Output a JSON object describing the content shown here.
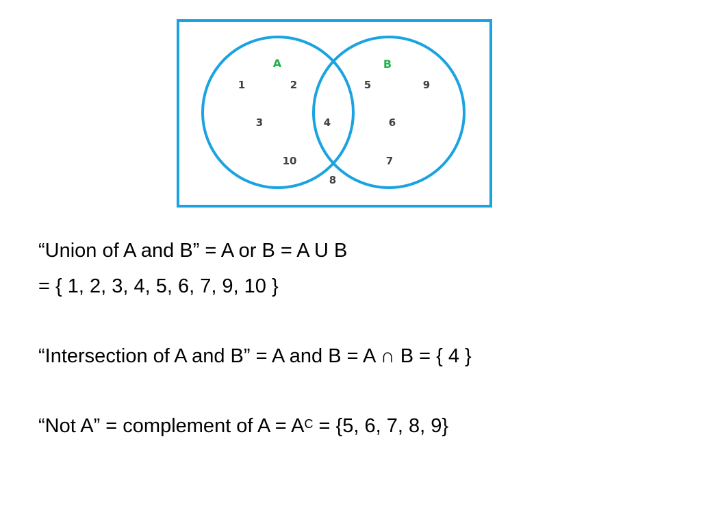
{
  "colors": {
    "outline": "#1aa3e0",
    "set_label": "#22b04a",
    "element": "#404040",
    "text": "#000000"
  },
  "venn": {
    "set_a_label": "A",
    "set_b_label": "B",
    "elements": {
      "only_a": [
        "1",
        "2",
        "3",
        "10"
      ],
      "intersection": [
        "4"
      ],
      "only_b": [
        "5",
        "9",
        "6",
        "7"
      ],
      "outside": [
        "8"
      ]
    }
  },
  "text": {
    "union_line1": "“Union of A and B” = A or B = A U B",
    "union_line2": "= { 1, 2, 3, 4, 5, 6, 7, 9, 10 }",
    "intersection": "“Intersection of A and B” = A and B = A ∩ B = { 4 }",
    "complement_prefix": "“Not A” = complement of A = A",
    "complement_sup": "C",
    "complement_suffix": " = {5, 6, 7, 8, 9}"
  }
}
